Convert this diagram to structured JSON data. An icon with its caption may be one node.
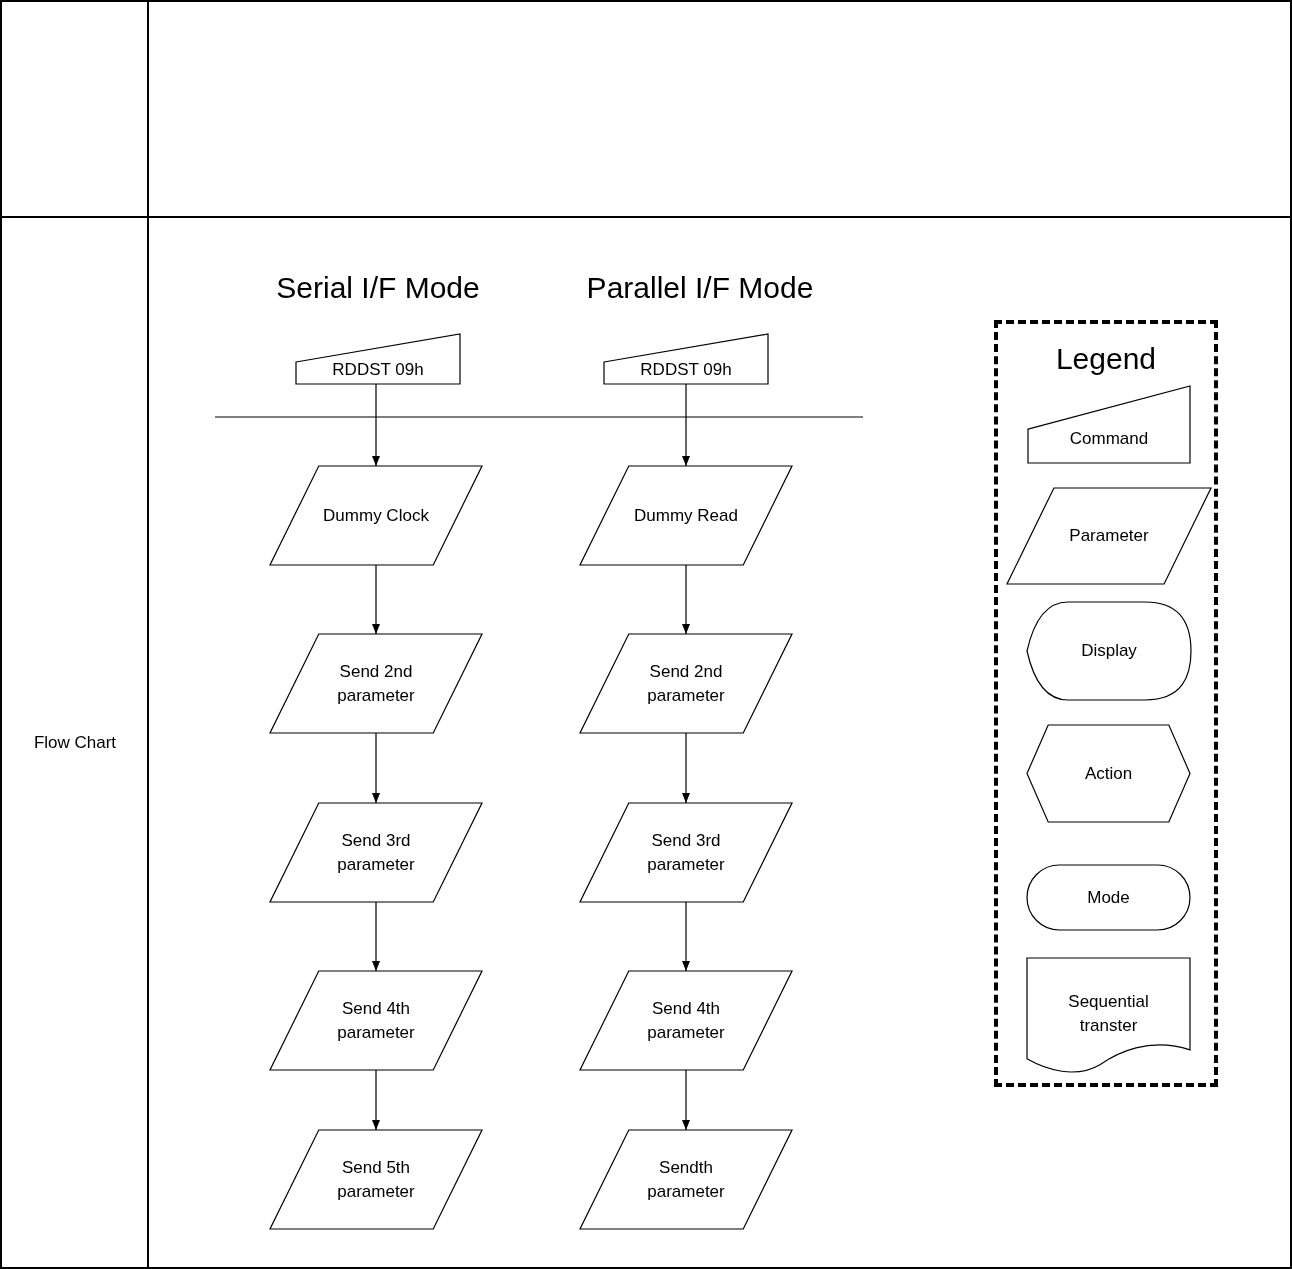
{
  "diagram": {
    "nodes": [
      {
        "text": [
          "RDDST 09h"
        ]
      },
      {
        "text": [
          "RDDST 09h"
        ]
      },
      {
        "text": [
          "Dummy Clock"
        ]
      },
      {
        "text": [
          "Send 2nd parameter"
        ]
      },
      {
        "text": [
          "Send 3rd parameter"
        ]
      },
      {
        "text": [
          "Send 4th parameter"
        ]
      },
      {
        "text": [
          "Send 5th parameter"
        ]
      },
      {
        "text": [
          "Dummy Read"
        ]
      },
      {
        "text": [
          "Send 2nd parameter"
        ]
      },
      {
        "text": [
          "Send 3rd parameter"
        ]
      },
      {
        "text": [
          "Send 4th parameter"
        ]
      },
      {
        "text": [
          "Sendth parameter"
        ]
      },
      {
        "text": [
          "Legend"
        ]
      },
      {
        "text": [
          "Command"
        ],
        "in": 12
      },
      {
        "text": [
          "Parameter"
        ],
        "in": 12
      },
      {
        "text": [
          "Display"
        ],
        "in": 12
      },
      {
        "text": [
          "Action"
        ],
        "in": 12
      },
      {
        "text": [
          "Mode"
        ],
        "in": 12
      },
      {
        "text": [
          "Sequential transter"
        ],
        "in": 12
      }
    ],
    "edges": [
      {
        "from": 0,
        "to": 2,
        "arrow": "to"
      },
      {
        "from": 2,
        "to": 3,
        "arrow": "to"
      },
      {
        "from": 3,
        "to": 4,
        "arrow": "to"
      },
      {
        "from": 4,
        "to": 5,
        "arrow": "to"
      },
      {
        "from": 5,
        "to": 6,
        "arrow": "to"
      },
      {
        "from": 1,
        "to": 7,
        "arrow": "to"
      },
      {
        "from": 7,
        "to": 8,
        "arrow": "to"
      },
      {
        "from": 8,
        "to": 9,
        "arrow": "to"
      },
      {
        "from": 9,
        "to": 10,
        "arrow": "to"
      },
      {
        "from": 10,
        "to": 11,
        "arrow": "to"
      }
    ],
    "labels": [
      "Flow Chart",
      "Serial I/F Mode",
      "Parallel I/F Mode"
    ]
  }
}
